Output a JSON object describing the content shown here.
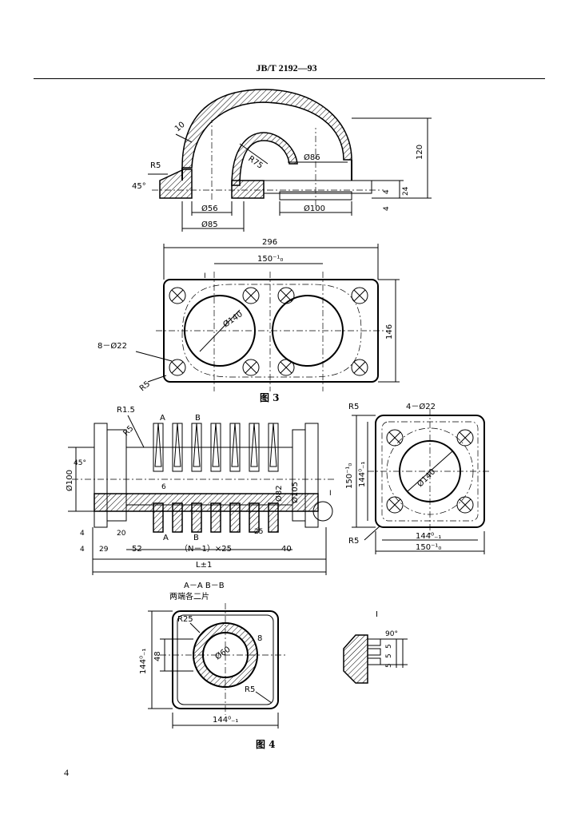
{
  "header": {
    "standard_no": "JB/T 2192—93"
  },
  "page_number": "4",
  "figure3": {
    "caption": "图  3",
    "top_view": {
      "wall": "10",
      "r5": "R5",
      "angle": "45°",
      "r75": "R75",
      "d86": "Ø86",
      "h120": "120",
      "h24": "24",
      "h4a": "4",
      "h4b": "4",
      "d56": "Ø56",
      "d85": "Ø85",
      "d100": "Ø100"
    },
    "plan_view": {
      "w296": "296",
      "w150": "150⁻¹₀",
      "d140": "Ø140",
      "h146": "146",
      "holes": "8－Ø22",
      "r5": "R5",
      "mark": "I"
    }
  },
  "figure4": {
    "caption": "图  4",
    "side_view": {
      "r15": "R1.5",
      "r5": "R5",
      "a1": "A",
      "b1": "B",
      "a2": "A",
      "b2": "B",
      "angle": "45°",
      "d100": "Ø100",
      "d82": "Ø82",
      "d105": "Ø105",
      "d6": "6",
      "d4a": "4",
      "d4b": "4",
      "d20": "20",
      "d29": "29",
      "d25": "25",
      "d52": "52",
      "pitch": "（N－1）×25",
      "d40": "40",
      "length": "L±1",
      "mark": "I"
    },
    "end_view": {
      "r5a": "R5",
      "r5b": "R5",
      "holes": "4－Ø22",
      "d140": "Ø140",
      "h150": "150⁻¹₀",
      "h144": "144⁰₋₁",
      "w144": "144⁰₋₁",
      "w150": "150⁻¹₀"
    },
    "section": {
      "title": "A－A   B－B",
      "subtitle": "两端各二片",
      "r25": "R25",
      "d60": "Ø60",
      "t8": "8",
      "h144": "144⁰₋₁",
      "h48": "48",
      "r5": "R5",
      "w144": "144⁰₋₁"
    },
    "detail": {
      "title": "I",
      "angle": "90°",
      "d5a": "5",
      "d5b": "5",
      "d5c": "5"
    }
  }
}
